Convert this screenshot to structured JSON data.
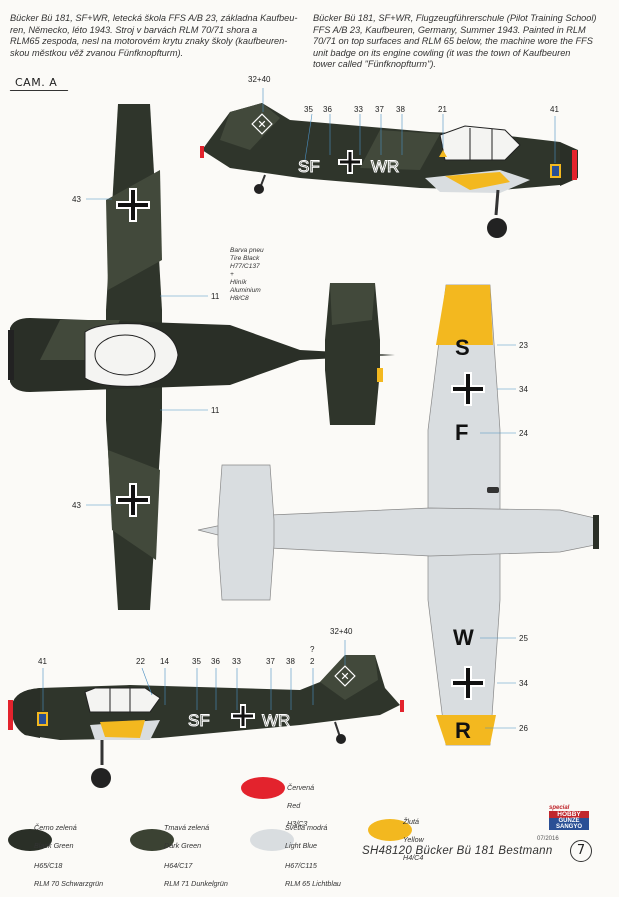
{
  "intro": {
    "cz": "Bücker Bü 181, SF+WR, letecká škola FFS A/B 23, základna Kaufbeu-\nren, Německo, léto 1943. Stroj v barvách RLM 70/71 shora a\nRLM65 zespoda, nesl na motorovém krytu znaky školy (kaufbeuren-\nskou městkou věž zvanou Fünfknopfturm).",
    "en": "Bücker Bü 181, SF+WR, Flugzeugführerschule (Pilot Training School)\nFFS A/B 23, Kaufbeuren, Germany, Summer 1943. Painted in RLM\n70/71 on top surfaces and RLM 65 below, the machine wore the FFS\nunit badge on its engine cowling (it was the town of Kaufbeuren\ntower called \"Fünfknopfturm\")."
  },
  "camouflage_label": "CAM. A",
  "registration": {
    "left": "SF",
    "right": "WR",
    "under_1": "S",
    "under_2": "F",
    "under_3": "W",
    "under_4": "R"
  },
  "callouts": {
    "top_side": [
      "32+40",
      "35",
      "36",
      "33",
      "37",
      "38",
      "21",
      "41"
    ],
    "plan": [
      "43",
      "11",
      "11",
      "43"
    ],
    "tire_note": "Barva pneu\nTire Black\nH77/C137\n+\nHliník\nAluminium\nH8/C8",
    "under": [
      "23",
      "34",
      "24",
      "25",
      "34",
      "26"
    ],
    "bottom_side": [
      "32+40",
      "?",
      "2",
      "41",
      "22",
      "14",
      "35",
      "36",
      "33",
      "37",
      "38"
    ]
  },
  "swatches": [
    {
      "cz": "Černo zelená",
      "en": "Black Green",
      "codes": "H65/C18",
      "rlm": "RLM 70 Schwarzgrün",
      "color": "#2a2f27"
    },
    {
      "cz": "Tmavá zelená",
      "en": "Dark Green",
      "codes": "H64/C17",
      "rlm": "RLM 71 Dunkelgrün",
      "color": "#3b4233"
    },
    {
      "cz": "Světlá modrá",
      "en": "Light Blue",
      "codes": "H67/C115",
      "rlm": "RLM 65 Lichtblau",
      "color": "#d9dde0"
    },
    {
      "cz": "Žlutá",
      "en": "Yellow",
      "codes": "H4/C4",
      "rlm": "",
      "color": "#f3b81f"
    }
  ],
  "red_swatch": {
    "cz": "Červená",
    "en": "Red",
    "codes": "H3/C3",
    "color": "#e3232d"
  },
  "footer": {
    "title": "SH48120 Bücker Bü 181 Bestmann",
    "page": "7",
    "date": "07/2016",
    "brand_special": "special",
    "brand_hobby": "HOBBY",
    "brand_gunze": "GUNZE SANGYO"
  },
  "colors": {
    "black_green": "#2a2f27",
    "dark_green": "#3b4233",
    "light_blue": "#d9dde0",
    "yellow": "#f3b81f",
    "red": "#e3232d"
  }
}
